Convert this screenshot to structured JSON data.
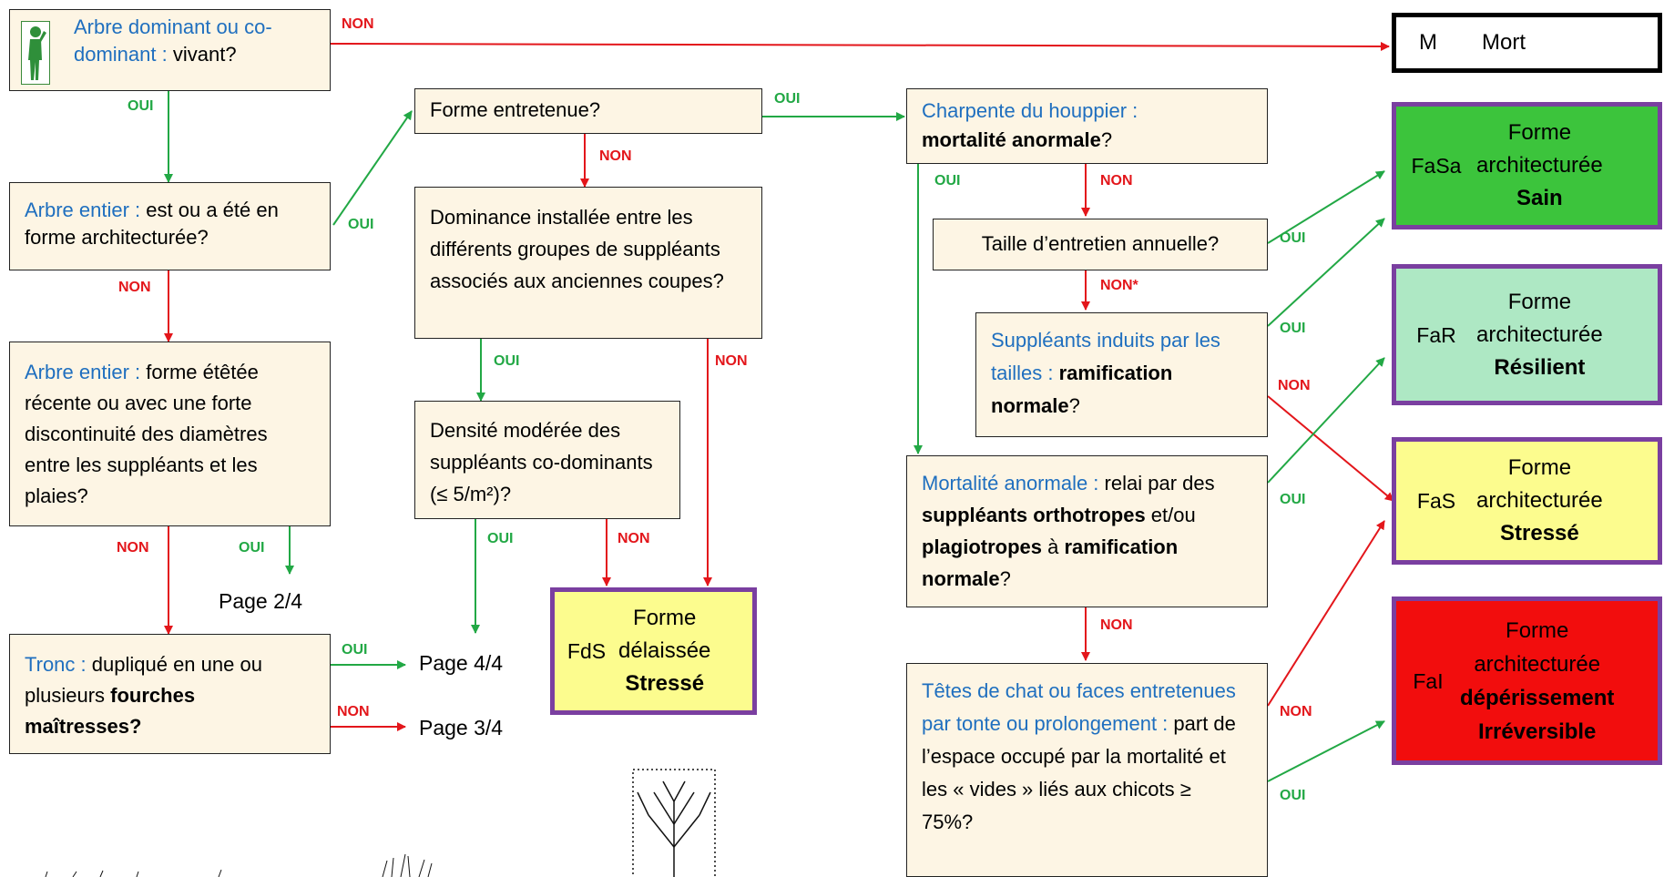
{
  "colors": {
    "oui": "#22a845",
    "non": "#e3161b",
    "question_bg": "#fdf5e4",
    "question_hl": "#1f6fbf",
    "result_border": "#7a3fa0",
    "sain": "#3cc43c",
    "resilient": "#aee8c4",
    "stresse": "#fcfc8e",
    "irreversible": "#f20d0d"
  },
  "labels": {
    "oui": "OUI",
    "non": "NON",
    "non_star": "NON*"
  },
  "questions": {
    "q1": {
      "hl": "Arbre dominant ou co-dominant :",
      "text": " vivant?"
    },
    "q2": {
      "hl": "Arbre entier :",
      "text": " est ou a été en forme architecturée?"
    },
    "q3": {
      "hl": "Arbre entier :",
      "text": " forme étêtée récente ou avec une forte discontinuité des diamètres entre les suppléants et les plaies?"
    },
    "q4": {
      "hl": "Tronc :",
      "text1": " dupliqué en une ou plusieurs ",
      "bold": "fourches maîtresses?"
    },
    "q5": {
      "text": "Forme entretenue?"
    },
    "q6": {
      "text": "Dominance installée entre les différents groupes de suppléants associés aux anciennes coupes?"
    },
    "q7": {
      "text": "Densité modérée des suppléants co-dominants (≤ 5/m²)?"
    },
    "q8": {
      "hl": "Charpente du houppier :",
      "bold": "mortalité anormale",
      "text": "?"
    },
    "q9": {
      "text": "Taille d’entretien annuelle?"
    },
    "q10": {
      "hl": "Suppléants induits par les tailles :",
      "bold": "ramification normale",
      "text": "?"
    },
    "q11": {
      "hl": "Mortalité anormale :",
      "text1": " relai par des ",
      "bold1": "suppléants orthotropes",
      "text2": " et/ou ",
      "bold2": "plagiotropes",
      "text3": " à ",
      "bold3": "ramification normale",
      "text4": "?"
    },
    "q12": {
      "hl": "Têtes de chat ou faces entretenues par tonte ou prolongement :",
      "text": " part de l’espace occupé par la mortalité et les « vides » liés aux chicots ≥ 75%?"
    }
  },
  "pages": {
    "p2": "Page 2/4",
    "p4": "Page 4/4",
    "p3": "Page 3/4"
  },
  "results": {
    "mort": {
      "code": "M",
      "label": "Mort"
    },
    "fasa": {
      "code": "FaSa",
      "line1": "Forme",
      "line2": "architecturée",
      "line3": "Sain"
    },
    "far": {
      "code": "FaR",
      "line1": "Forme",
      "line2": "architecturée",
      "line3": "Résilient"
    },
    "fas": {
      "code": "FaS",
      "line1": "Forme",
      "line2": "architecturée",
      "line3": "Stressé"
    },
    "fai": {
      "code": "FaI",
      "line1": "Forme",
      "line2": "architecturée",
      "line3": "dépérissement",
      "line4": "Irréversible"
    },
    "fds": {
      "code": "FdS",
      "line1": "Forme",
      "line2": "délaissée",
      "line3": "Stressé"
    }
  }
}
